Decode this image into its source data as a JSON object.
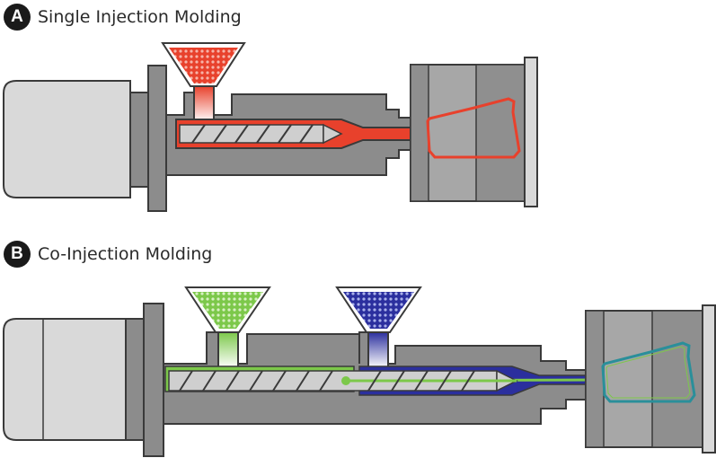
{
  "sections": [
    {
      "badge": "A",
      "title": "Single Injection Molding"
    },
    {
      "badge": "B",
      "title": "Co-Injection Molding"
    }
  ],
  "colors": {
    "machine_gray": "#8c8c8c",
    "machine_dark": "#3a3a3a",
    "motor_light": "#d9d9d9",
    "screw_light": "#cfcfcf",
    "material_red": "#e8412c",
    "material_green": "#7cc84a",
    "material_blue": "#2b2f9e",
    "part_teal": "#2a8f9a",
    "mold_mid": "#a7a7a7",
    "mold_dark": "#8f8f8f"
  },
  "icons": [
    "hopper-icon",
    "screw-icon",
    "motor-icon",
    "mold-icon"
  ]
}
